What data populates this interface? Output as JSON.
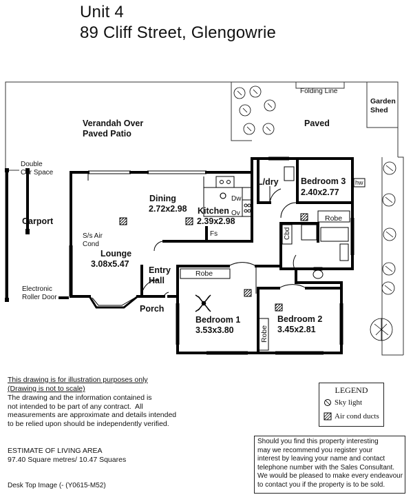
{
  "header": {
    "title_line1": "Unit 4",
    "title_line2": "89 Cliff Street,  Glengowrie"
  },
  "rooms": {
    "verandah": "Verandah Over\nPaved Patio",
    "paved": "Paved",
    "garden_shed": "Garden\nShed",
    "folding_line": "Folding Line",
    "double_car_space": "Double\nCar Space",
    "carport": "Carport",
    "electronic_roller_door": "Electronic\nRoller Door",
    "dining_name": "Dining",
    "dining_size": "2.72x2.98",
    "kitchen_name": "Kitchen",
    "kitchen_size": "2.39x2.98",
    "lounge_name": "Lounge",
    "lounge_size": "3.08x5.47",
    "air_cond": "S/s Air\nCond",
    "entry_hall": "Entry\nHall",
    "porch": "Porch",
    "laundry": "L/dry",
    "bedroom3_name": "Bedroom 3",
    "bedroom3_size": "2.40x2.77",
    "bedroom1_name": "Bedroom 1",
    "bedroom1_size": "3.53x3.80",
    "bedroom2_name": "Bedroom 2",
    "bedroom2_size": "3.45x2.81",
    "robe_b3": "Robe",
    "robe_b1": "Robe",
    "robe_b2": "Robe",
    "dw": "Dw",
    "ov": "Ov",
    "fs": "Fs",
    "cbd": "Cbd",
    "hw": "hw"
  },
  "disclaimer": {
    "line1": "This drawing is for illustration purposes only",
    "line2": "(Drawing is not to scale)",
    "body": "The drawing and the information contained is\nnot intended to be part of any contract.  All\nmeasurements are approximate and details intended\nto be relied upon should be independently verified."
  },
  "area": {
    "heading": "ESTIMATE OF LIVING AREA",
    "value": "97.40 Square metres/ 10.47 Squares"
  },
  "footer_ref": "Desk Top Image (- (Y0615-M52)",
  "legend": {
    "title": "LEGEND",
    "skylight": "Sky light",
    "air_ducts": "Air cond ducts",
    "skylight_icon": "skylight-icon",
    "duct_icon": "air-duct-icon"
  },
  "notice": "Should you find this property interesting\nmay we recommend you register your\ninterest by leaving your name and contact\ntelephone number with the Sales Consultant.\nWe would be pleased to make every endeavour\nto contact you if the property is to be sold."
}
